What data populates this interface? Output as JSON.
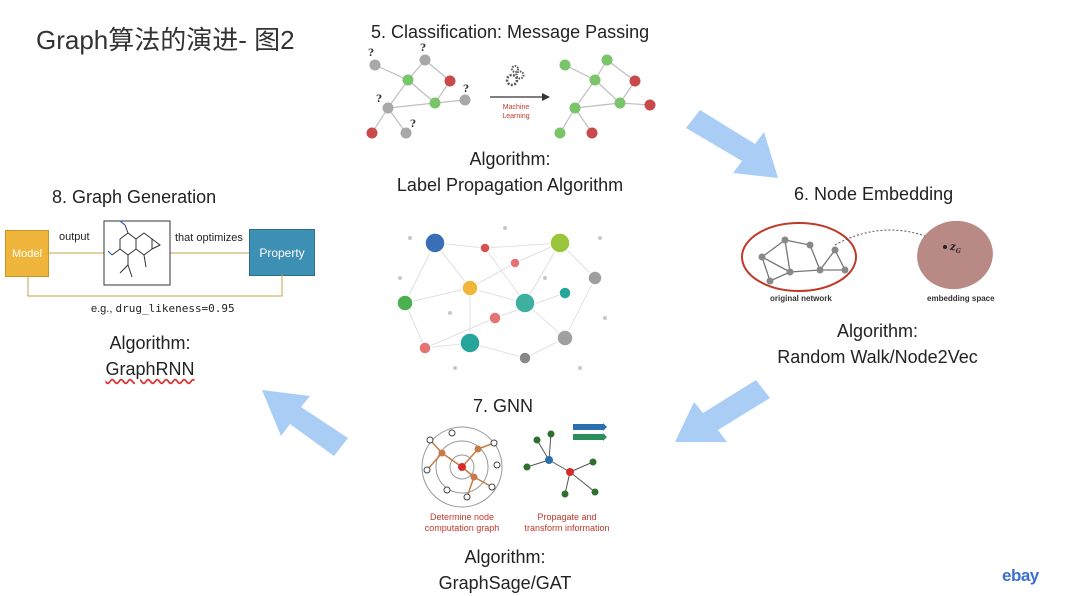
{
  "title": "Graph算法的演进- 图2",
  "sections": {
    "classification": {
      "heading": "5. Classification: Message Passing",
      "ml_label_line1": "Machine",
      "ml_label_line2": "Learning",
      "algo_label": "Algorithm:",
      "algo_name": "Label Propagation Algorithm",
      "unknown_mark": "?"
    },
    "node_embedding": {
      "heading": "6. Node Embedding",
      "original_label": "original network",
      "embedding_label": "embedding space",
      "z_label": "z",
      "z_sub": "G",
      "algo_label": "Algorithm:",
      "algo_name": "Random Walk/Node2Vec"
    },
    "gnn": {
      "heading": "7. GNN",
      "left_caption_1": "Determine node",
      "left_caption_2": "computation graph",
      "right_caption_1": "Propagate and",
      "right_caption_2": "transform information",
      "algo_label": "Algorithm:",
      "algo_name": "GraphSage/GAT"
    },
    "graph_generation": {
      "heading": "8. Graph Generation",
      "model_label": "Model",
      "output_label": "output",
      "optimizes_label": "that optimizes",
      "property_label": "Property",
      "example_prefix": "e.g., ",
      "example_code": "drug_likeness=0.95",
      "algo_label": "Algorithm:",
      "algo_name": "GraphRNN"
    }
  },
  "brand": "ebay",
  "colors": {
    "arrow": "#a9cdf5",
    "node_green": "#7ac46a",
    "node_red": "#c94a4a",
    "node_gray": "#a8a8a8",
    "model_box": "#f0b63c",
    "property_box": "#3d8fb3",
    "ellipse_red": "#c0392b",
    "embedding_blob": "#b98a85"
  }
}
